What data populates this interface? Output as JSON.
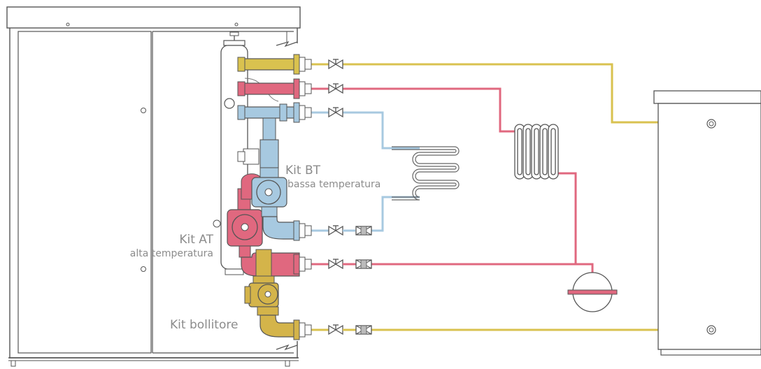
{
  "labels": {
    "kit_bt": {
      "title": "Kit BT",
      "subtitle": "bassa temperatura"
    },
    "kit_at": {
      "title": "Kit AT",
      "subtitle": "alta temperatura"
    },
    "kit_bollitore": {
      "title": "Kit bollitore"
    }
  },
  "colors": {
    "yellow_pipe": "#d9c24f",
    "red_pipe": "#e0687f",
    "blue_pipe": "#a7c9e0",
    "outline": "#555555",
    "label_text": "#8c8c8c"
  },
  "icons": [
    "valve-icon",
    "filter-icon",
    "pump-icon",
    "radiator-icon",
    "floor-heating-coil-icon",
    "expansion-vessel-icon",
    "boiler-tank-icon",
    "heat-pump-unit-icon"
  ]
}
